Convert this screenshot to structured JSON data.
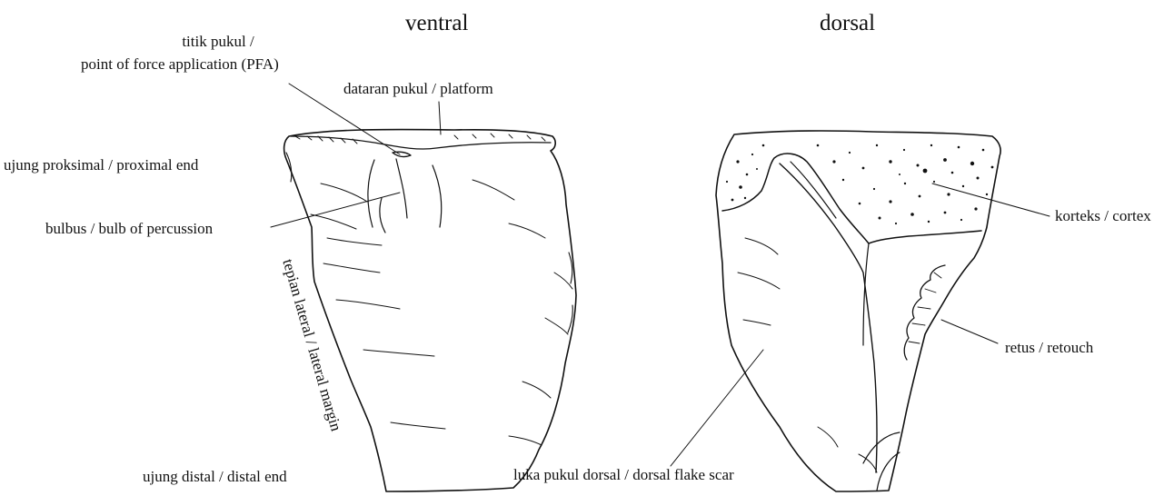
{
  "views": {
    "ventral": "ventral",
    "dorsal": "dorsal"
  },
  "labels": {
    "pfa_line1": "titik pukul /",
    "pfa_line2": "point of force application (PFA)",
    "platform": "dataran pukul / platform",
    "proximal_end": "ujung proksimal / proximal end",
    "bulb": "bulbus / bulb of percussion",
    "lateral_margin": "tepian lateral / lateral margin",
    "distal_end": "ujung distal / distal end",
    "cortex": "korteks / cortex",
    "retouch": "retus / retouch",
    "dorsal_scar": "luka pukul dorsal / dorsal flake scar"
  },
  "colors": {
    "ink": "#111111",
    "background": "#ffffff"
  }
}
